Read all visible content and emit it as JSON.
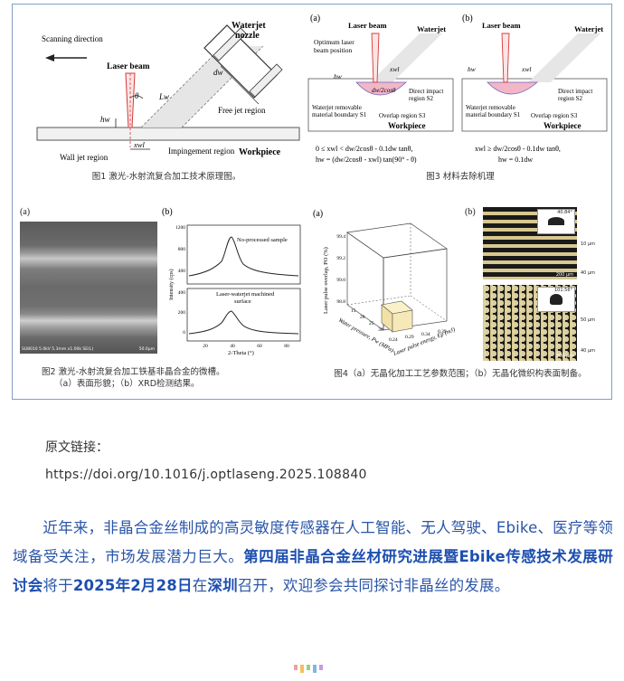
{
  "fig1": {
    "scanning_direction": "Scanning direction",
    "waterjet_nozzle": "Waterjet\nnozzle",
    "laser_beam": "Laser beam",
    "dw": "dw",
    "lw": "Lw",
    "theta": "θ",
    "free_jet": "Free jet region",
    "hw": "hw",
    "xwl": "xwl",
    "impingement": "Impingement region",
    "workpiece": "Workpiece",
    "wall_jet": "Wall jet region",
    "caption": "图1 激光-水射流复合加工技术原理图。"
  },
  "fig3": {
    "a": "(a)",
    "b": "(b)",
    "laser_beam_a": "Laser beam",
    "waterjet_a": "Waterjet",
    "optimum": "Optimum laser\nbeam position",
    "hw_a": "hw",
    "xwl_a": "xwl",
    "dw2cos": "dw/2cosθ",
    "direct_a": "Direct impact\nregion S2",
    "removable_a": "Waterjet removable\nmaterial boundary S1",
    "overlap_a": "Overlap region S3",
    "workpiece_a": "Workpiece",
    "formula_a1": "0 ≤ xwl < dw/2cosθ - 0.1dw tanθ,",
    "formula_a2": "hw = (dw/2cosθ - xwl) tan(90° - θ)",
    "laser_beam_b": "Laser beam",
    "waterjet_b": "Waterjet",
    "hw_b": "hw",
    "xwl_b": "xwl",
    "direct_b": "Direct impact\nregion S2",
    "removable_b": "Waterjet removable\nmaterial boundary S1",
    "overlap_b": "Overlap region S3",
    "workpiece_b": "Workpiece",
    "formula_b1": "xwl ≥ dw/2cosθ - 0.1dw tanθ,",
    "formula_b2": "hw = 0.1dw",
    "caption": "图3 材料去除机理"
  },
  "fig2": {
    "a": "(a)",
    "b": "(b)",
    "sem_footer": "SU8010 5.0kV 5.3mm x1.00k SE(L)",
    "sem_scale": "50.0μm",
    "top_label": "No-processed sample",
    "bottom_label": "Laser-waterjet machined\nsurface",
    "ylabel": "Intensity (cps)",
    "xlabel": "2-Theta (°)",
    "yticks_top": [
      "1200",
      "800",
      "400"
    ],
    "yticks_bottom": [
      "400",
      "200",
      "0"
    ],
    "xticks": [
      "20",
      "40",
      "60",
      "80"
    ],
    "caption1": "图2 激光-水射流复合加工铁基非晶合金的微槽。",
    "caption2": "（a）表面形貌；（b）XRD检测结果。"
  },
  "fig4": {
    "a": "(a)",
    "b": "(b)",
    "zlabel": "Laser pulse overlap, PO (%)",
    "zticks": [
      "99.4",
      "99.2",
      "99.0",
      "98.8"
    ],
    "xlabel": "Water pressure, Pw (MPa)",
    "xticks": [
      "15",
      "20",
      "25",
      "30"
    ],
    "ylabel": "Laser pulse energy, Ep (mJ)",
    "yticks": [
      "0.24",
      "0.29",
      "0.34",
      "0.39"
    ],
    "angle1": "40.84°",
    "angle2": "101.56°",
    "dim_top": [
      "10 μm",
      "40 μm"
    ],
    "dim_bottom": [
      "50 μm",
      "40 μm"
    ],
    "scale": "200 μm",
    "caption": "图4（a）无晶化加工工艺参数范围；（b）无晶化微织构表面制备。"
  },
  "link_label": "原文链接：",
  "link_url": "https://doi.org/10.1016/j.optlaseng.2025.108840",
  "para": {
    "p1": "近年来，非晶合金丝制成的高灵敏度传感器在人工智能、无人驾驶、Ebike、医疗等领域备受关注，市场发展潜力巨大。",
    "p2": "第四届非晶合金丝材研究进展暨Ebike传感技术发展研讨会",
    "p3": "将于",
    "p4": "2025年2月28日",
    "p5": "在",
    "p6": "深圳",
    "p7": "召开，欢迎参会共同探讨非晶丝的发展。"
  },
  "colors": {
    "accent": "#2a55a8",
    "frame": "#7fa0c8",
    "laser": "#d23a3a"
  },
  "dot_colors": [
    "#f2a0a0",
    "#f5c060",
    "#9ad27a",
    "#7fb6e8",
    "#c69be0"
  ]
}
